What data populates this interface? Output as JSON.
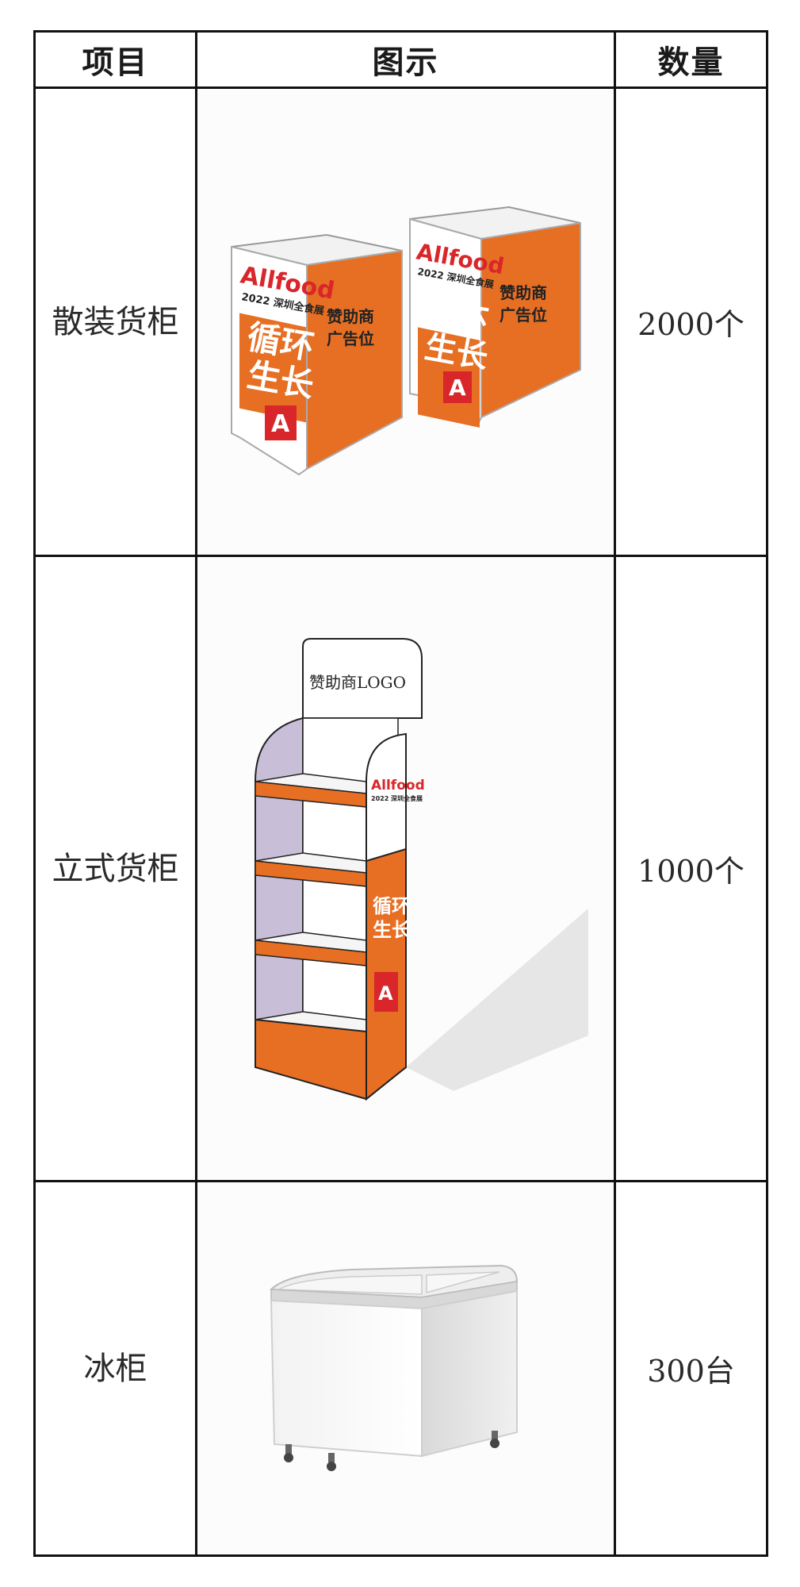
{
  "header": {
    "item": "项目",
    "image": "图示",
    "quantity": "数量"
  },
  "rows": [
    {
      "item": "散装货柜",
      "quantity": "2000个"
    },
    {
      "item": "立式货柜",
      "quantity": "1000个"
    },
    {
      "item": "冰柜",
      "quantity": "300台"
    }
  ],
  "signage": {
    "brand": "Allfood",
    "event": "2022 深圳全食展",
    "slogan_line1": "循环",
    "slogan_line2": "生长",
    "sponsor_ad_line1": "赞助商",
    "sponsor_ad_line2": "广告位",
    "sponsor_logo": "赞助商LOGO",
    "badge_letter": "A"
  },
  "colors": {
    "accent_orange": "#e66f24",
    "brand_red": "#d9262a",
    "border": "#111111"
  }
}
